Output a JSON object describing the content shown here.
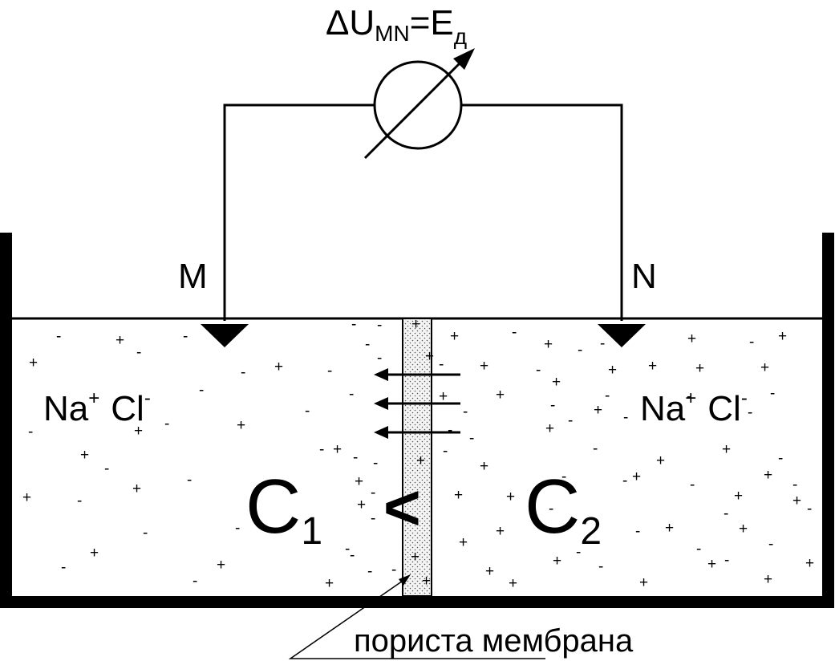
{
  "meter": {
    "formula_delta": "ΔU",
    "formula_sub": "MN",
    "formula_eq": "=E",
    "formula_sub2": "д"
  },
  "electrodes": {
    "left": "M",
    "right": "N"
  },
  "left_solution": {
    "ion1": "Na",
    "ion1_charge": "+",
    "ion2": "Cl",
    "ion2_charge": "-",
    "conc": "C",
    "conc_sub": "1"
  },
  "right_solution": {
    "ion1": "Na",
    "ion1_charge": "+",
    "ion2": "Cl",
    "ion2_charge": "-",
    "conc": "C",
    "conc_sub": "2"
  },
  "relation": "<",
  "membrane_caption": "пориста мембрана",
  "symbols": {
    "plus": "+",
    "minus": "-"
  },
  "colors": {
    "ink": "#000000",
    "background": "#ffffff",
    "membrane": "#e6e6e6"
  }
}
